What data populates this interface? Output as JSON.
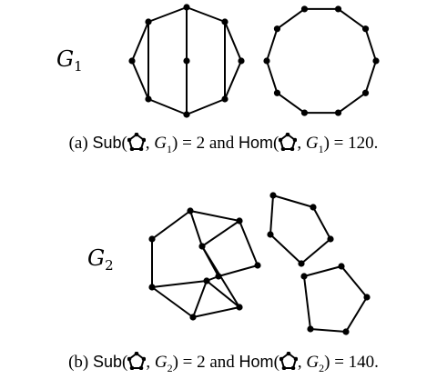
{
  "graphs": {
    "g1": {
      "label": "G",
      "subscript": "1"
    },
    "g2": {
      "label": "G",
      "subscript": "2"
    }
  },
  "captions": {
    "a": {
      "prefix": "(a) ",
      "func1": "Sub",
      "graph": "G",
      "graph_sub": "1",
      "val1": ") = 2 and ",
      "func2": "Hom",
      "val2": ") = 120."
    },
    "b": {
      "prefix": "(b) ",
      "func1": "Sub",
      "graph": "G",
      "graph_sub": "2",
      "val1": ") = 2 and ",
      "func2": "Hom",
      "val2": ") = 140."
    }
  },
  "colors": {
    "ink": "#000000",
    "background": "#ffffff"
  },
  "icons": {
    "pattern": "pentagon-icon"
  }
}
